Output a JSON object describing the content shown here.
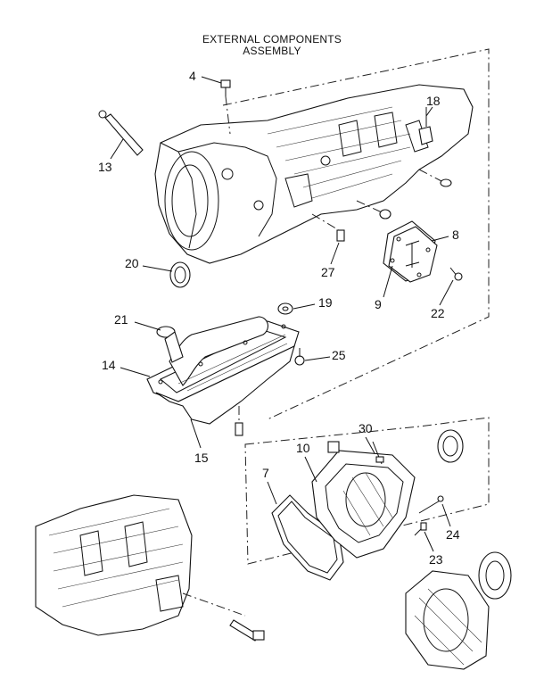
{
  "title": {
    "line1": "EXTERNAL COMPONENTS",
    "line2": "ASSEMBLY"
  },
  "callouts": [
    {
      "id": "c4",
      "label": "4"
    },
    {
      "id": "c18",
      "label": "18"
    },
    {
      "id": "c13",
      "label": "13"
    },
    {
      "id": "c8",
      "label": "8"
    },
    {
      "id": "c20",
      "label": "20"
    },
    {
      "id": "c27",
      "label": "27"
    },
    {
      "id": "c9",
      "label": "9"
    },
    {
      "id": "c22",
      "label": "22"
    },
    {
      "id": "c19",
      "label": "19"
    },
    {
      "id": "c21",
      "label": "21"
    },
    {
      "id": "c25",
      "label": "25"
    },
    {
      "id": "c14",
      "label": "14"
    },
    {
      "id": "c15",
      "label": "15"
    },
    {
      "id": "c30",
      "label": "30"
    },
    {
      "id": "c10",
      "label": "10"
    },
    {
      "id": "c7",
      "label": "7"
    },
    {
      "id": "c24",
      "label": "24"
    },
    {
      "id": "c23",
      "label": "23"
    }
  ]
}
